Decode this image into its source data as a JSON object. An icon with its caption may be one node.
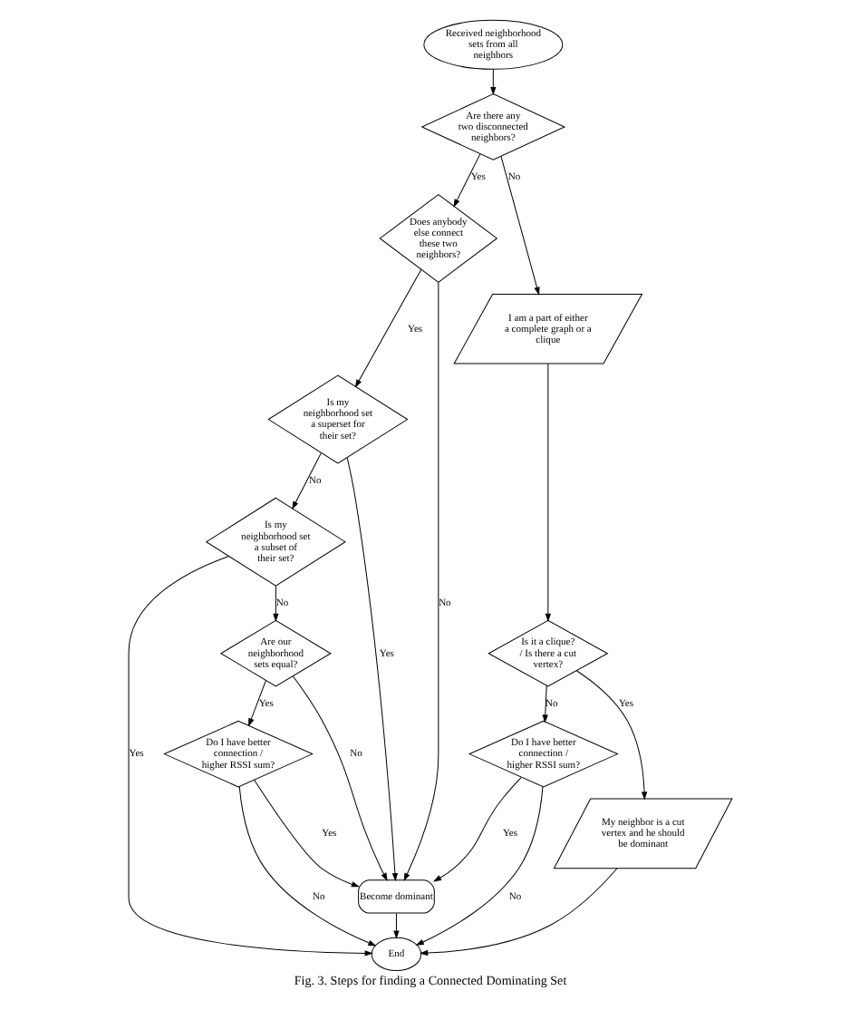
{
  "diagram": {
    "caption": "Fig. 3. Steps for finding a Connected Dominating Set",
    "nodes": [
      {
        "text": [
          "Received neighborhood sets from all neighbors"
        ]
      },
      {
        "text": [
          "Are there any two disconnected neighbors?"
        ]
      },
      {
        "text": [
          "I am a part of either a complete graph or a clique"
        ]
      },
      {
        "text": [
          "Does anybody else connect these two neighbors?"
        ]
      },
      {
        "text": [
          "Is it a clique? / Is there a cut vertex?"
        ]
      },
      {
        "text": [
          "Is my neighborhood set a superset for their set?"
        ]
      },
      {
        "text": [
          "Is my neighborhood set a subset of their set?"
        ]
      },
      {
        "text": [
          "My neighbor is a cut vertex and he should be dominant"
        ]
      },
      {
        "text": [
          "Are our neighborhood sets equal?"
        ]
      },
      {
        "text": [
          "Do I have better connection / higher RSSI sum?"
        ]
      },
      {
        "text": [
          "Do I have better connection / higher RSSI sum?"
        ]
      },
      {
        "text": [
          "Become dominant"
        ]
      },
      {
        "text": [
          "End"
        ]
      }
    ],
    "edges": [
      {
        "from": 0,
        "to": 1,
        "arrow": "to"
      },
      {
        "from": 1,
        "to": 2,
        "arrow": "to",
        "label": "No"
      },
      {
        "from": 1,
        "to": 3,
        "arrow": "to",
        "label": "Yes"
      },
      {
        "from": 3,
        "to": 11,
        "arrow": "to",
        "label": "No"
      },
      {
        "from": 3,
        "to": 5,
        "arrow": "to",
        "label": "Yes"
      },
      {
        "from": 5,
        "to": 11,
        "arrow": "to",
        "label": "Yes"
      },
      {
        "from": 5,
        "to": 6,
        "arrow": "to",
        "label": "No"
      },
      {
        "from": 6,
        "to": 12,
        "arrow": "to",
        "label": "Yes"
      },
      {
        "from": 6,
        "to": 8,
        "arrow": "to",
        "label": "No"
      },
      {
        "from": 8,
        "to": 11,
        "arrow": "to",
        "label": "No"
      },
      {
        "from": 8,
        "to": 10,
        "arrow": "to",
        "label": "Yes"
      },
      {
        "from": 10,
        "to": 11,
        "arrow": "to",
        "label": "Yes"
      },
      {
        "from": 10,
        "to": 12,
        "arrow": "to",
        "label": "No"
      },
      {
        "from": 2,
        "to": 4,
        "arrow": "to"
      },
      {
        "from": 4,
        "to": 7,
        "arrow": "to",
        "label": "Yes"
      },
      {
        "from": 4,
        "to": 9,
        "arrow": "to",
        "label": "No"
      },
      {
        "from": 7,
        "to": 12,
        "arrow": "to"
      },
      {
        "from": 9,
        "to": 11,
        "arrow": "to",
        "label": "Yes"
      },
      {
        "from": 9,
        "to": 12,
        "arrow": "to",
        "label": "No"
      },
      {
        "from": 11,
        "to": 12,
        "arrow": "to"
      }
    ]
  }
}
